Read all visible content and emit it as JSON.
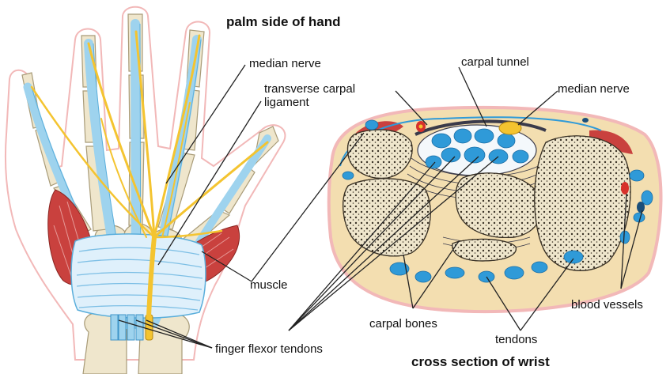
{
  "titles": {
    "hand": "palm side of hand",
    "wrist": "cross section of wrist"
  },
  "labels": {
    "median_nerve_hand": "median nerve",
    "transverse_carpal_line1": "transverse carpal",
    "transverse_carpal_line2": "ligament",
    "carpal_tunnel": "carpal tunnel",
    "median_nerve_wrist": "median nerve",
    "muscle": "muscle",
    "blood_vessels": "blood vessels",
    "carpal_bones": "carpal bones",
    "tendons": "tendons",
    "finger_flexor_tendons": "finger flexor tendons"
  },
  "colors": {
    "skin_outline": "#f2b8b8",
    "bone": "#efe6cc",
    "tendon": "#9ed3ee",
    "nerve": "#f4c430",
    "muscle": "#c9413e",
    "ligament": "#dff0fb",
    "wrist_fat": "#f3deb0",
    "tendon_blue": "#2f9ad8",
    "vessel_red": "#d7312b"
  }
}
